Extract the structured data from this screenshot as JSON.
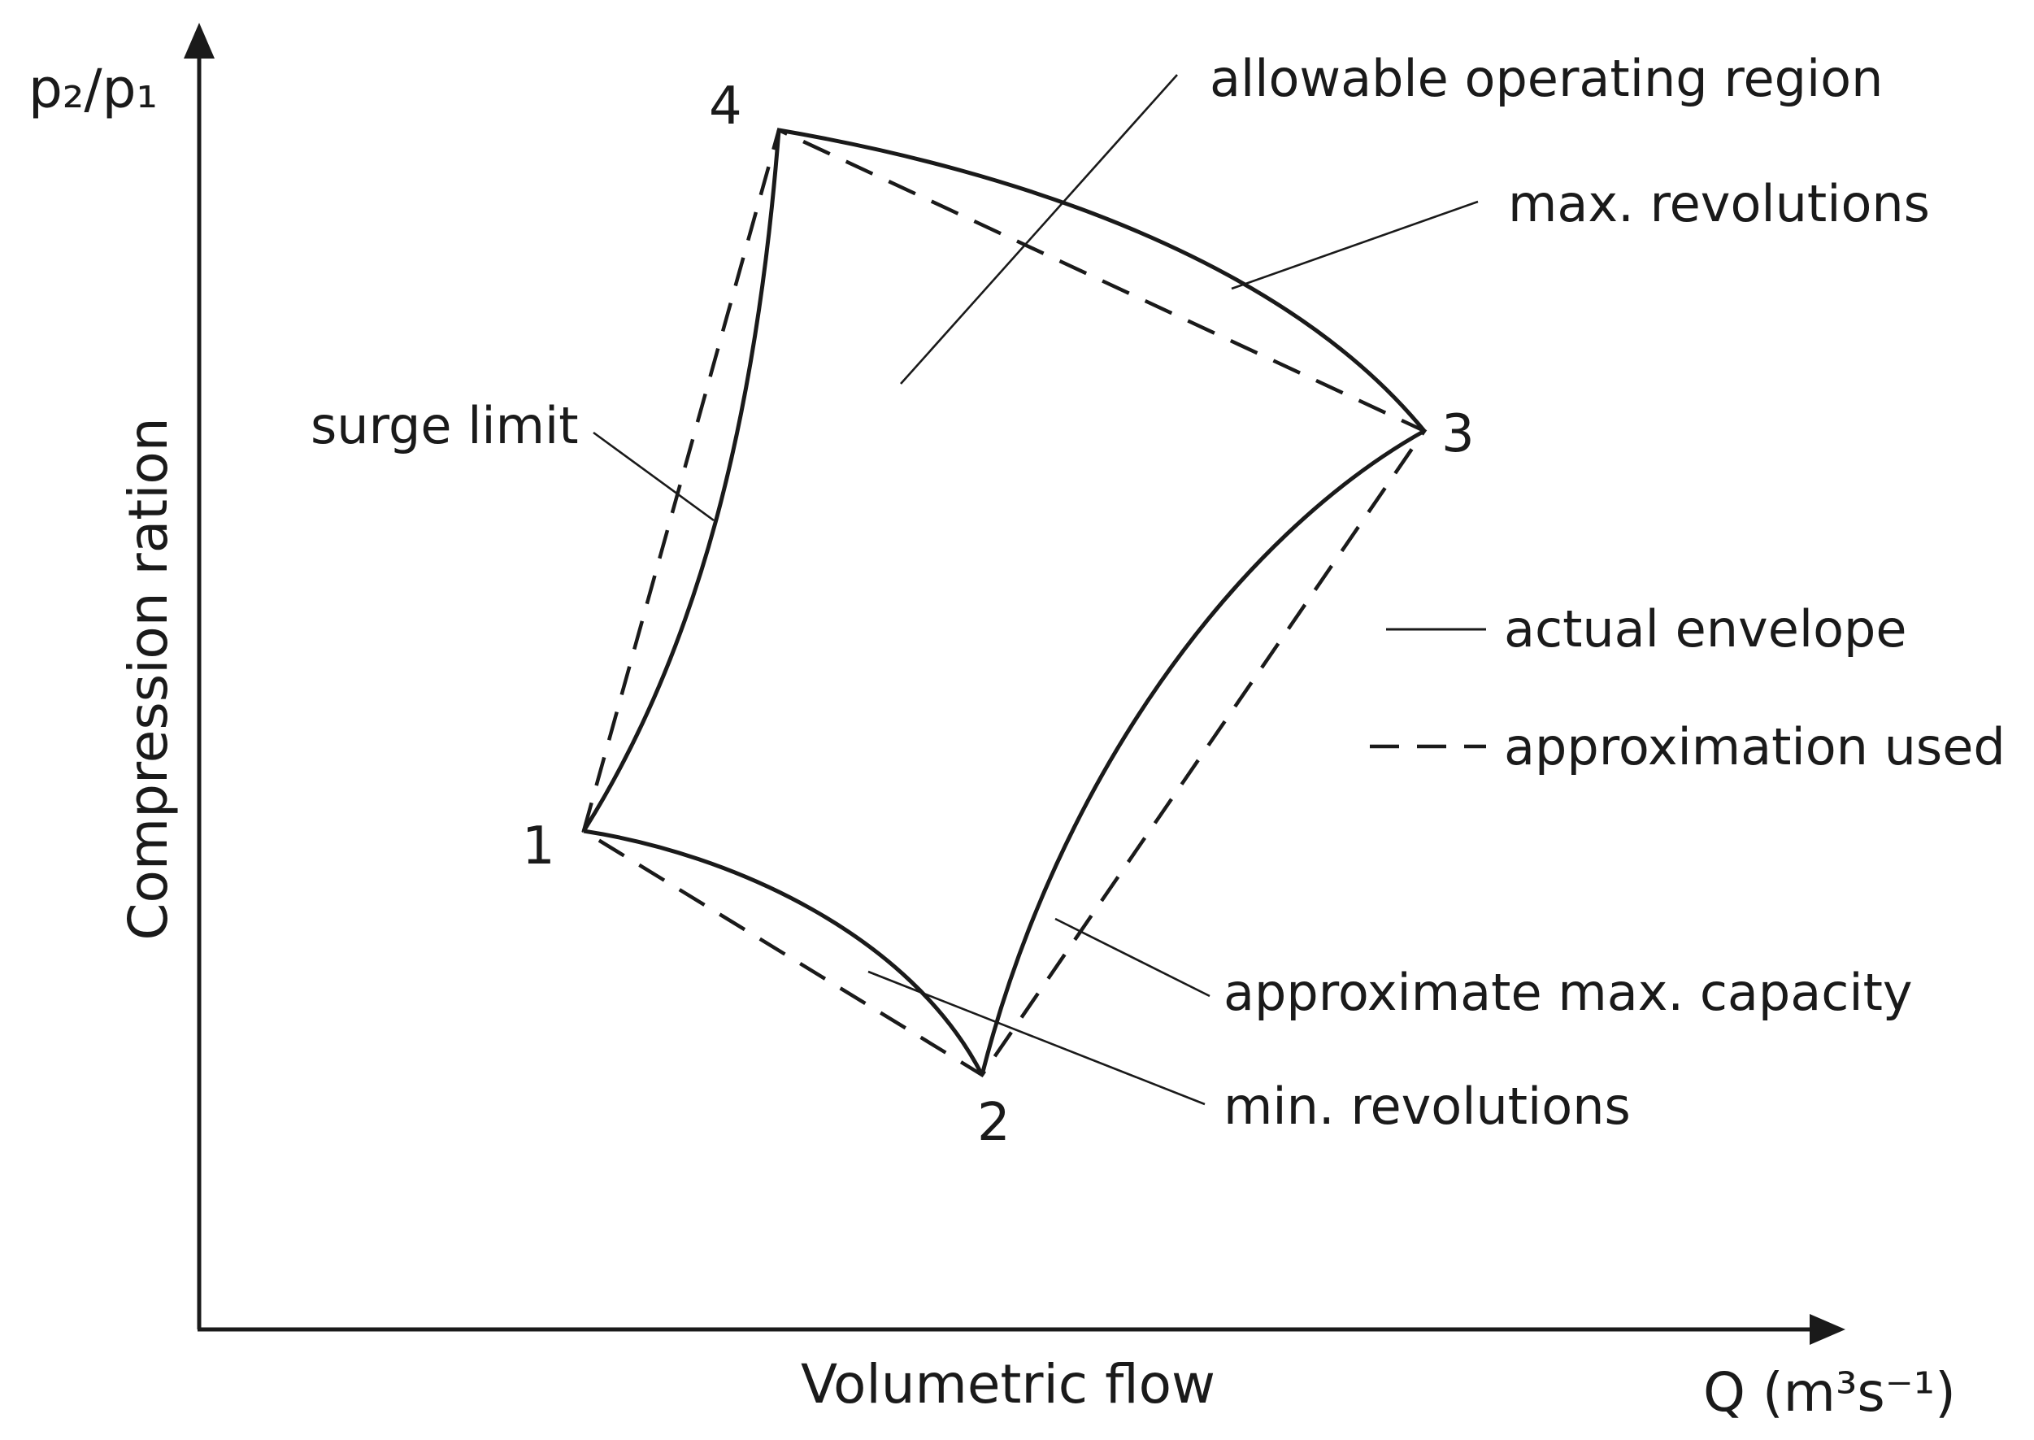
{
  "axes": {
    "y_unit_label": "p₂/p₁",
    "y_title": "Compression ration",
    "x_title": "Volumetric flow",
    "x_unit_label": "Q (m³s⁻¹)"
  },
  "points": {
    "p1": "1",
    "p2": "2",
    "p3": "3",
    "p4": "4"
  },
  "annotations": {
    "allowable_region": "allowable operating region",
    "max_revolutions": "max. revolutions",
    "surge_limit": "surge limit",
    "max_capacity": "approximate max. capacity",
    "min_revolutions": "min. revolutions"
  },
  "legend": {
    "actual": "actual envelope",
    "approximation": "approximation used"
  }
}
